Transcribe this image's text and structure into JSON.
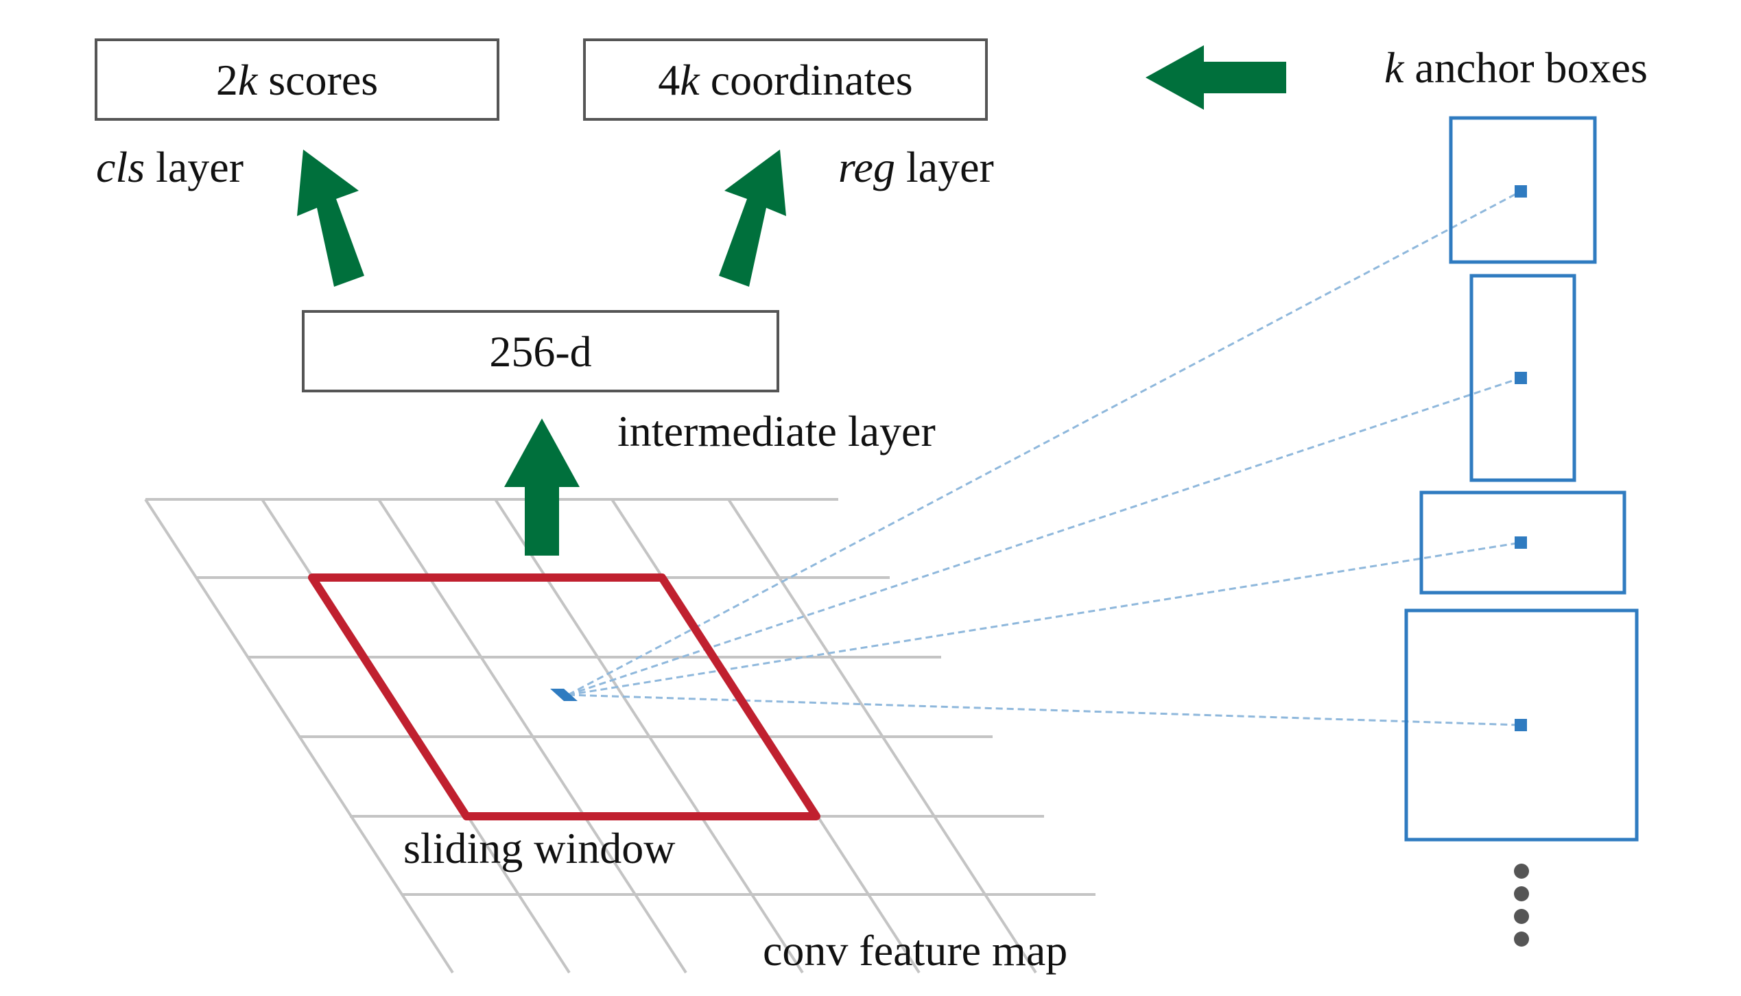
{
  "boxes": {
    "scores": {
      "prefix": "2",
      "var": "k",
      "suffix": " scores"
    },
    "coords": {
      "prefix": "4",
      "var": "k",
      "suffix": " coordinates"
    },
    "hidden": {
      "text": "256-d"
    }
  },
  "labels": {
    "cls": {
      "italic": "cls",
      "rest": " layer"
    },
    "reg": {
      "italic": "reg",
      "rest": " layer"
    },
    "intermediate": "intermediate layer",
    "sliding": "sliding window",
    "feature_map": "conv feature map",
    "anchors": {
      "italic": "k",
      "rest": " anchor boxes"
    }
  },
  "colors": {
    "arrow": "#00703c",
    "window": "#c0202f",
    "anchor": "#2f7bc0",
    "dashed": "#8fb8dc",
    "grid": "#c4c4c4",
    "box_border": "#555555",
    "dots": "#555555"
  },
  "icons": {
    "arrow": "thick-arrow-icon",
    "ellipsis": "vertical-ellipsis-icon"
  }
}
